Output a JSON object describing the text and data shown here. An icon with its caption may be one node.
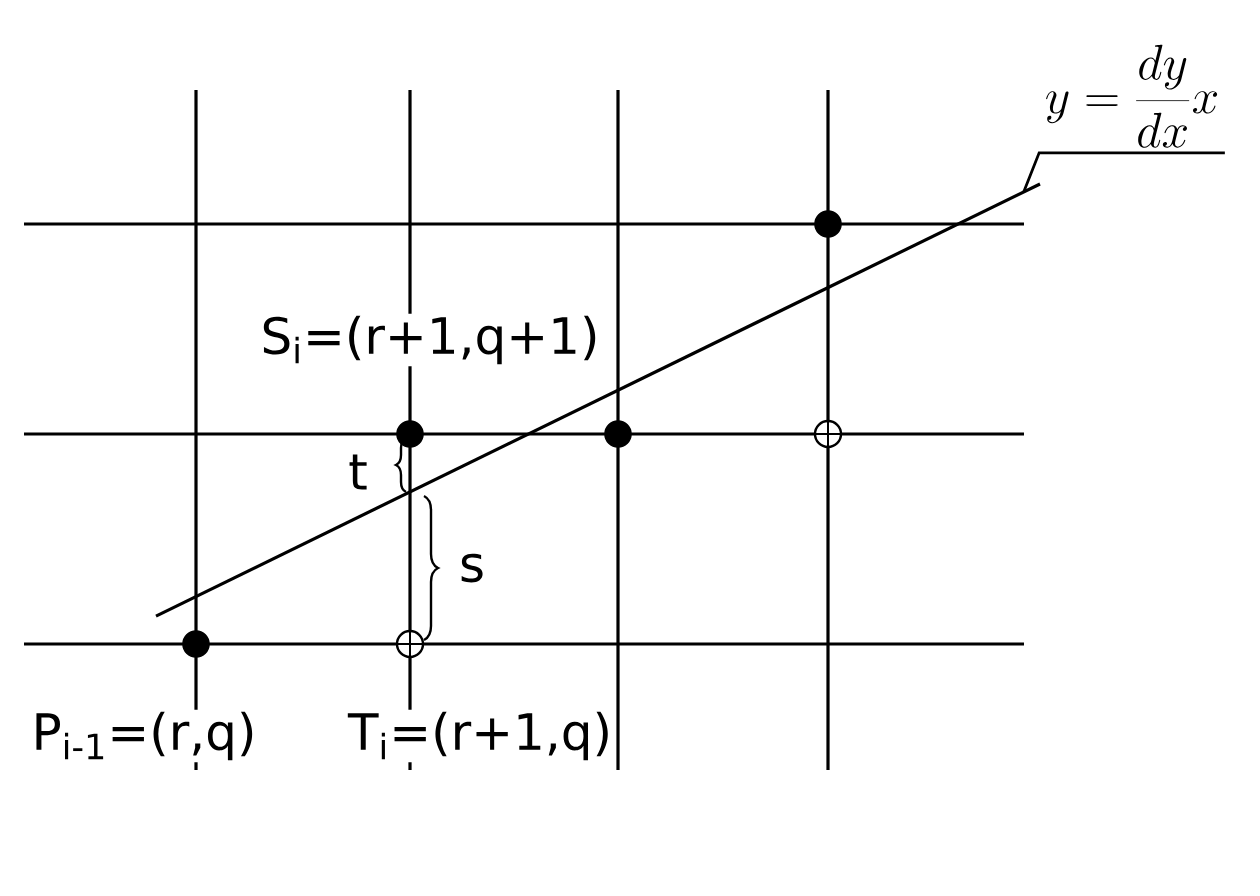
{
  "diagram": {
    "nodes": [
      {
        "text": [
          "y=\\frac{dy}{dx}x"
        ]
      },
      {
        "text": [],
        "shape": "dot"
      },
      {
        "text": [],
        "shape": "dot"
      },
      {
        "text": [],
        "shape": "dot"
      },
      {
        "text": [],
        "shape": "circle"
      },
      {
        "text": [],
        "shape": "dot",
        "beside": [
          "P$_{i-1}$=(r,q)"
        ]
      },
      {
        "text": [],
        "shape": "circle",
        "beside": [
          "T$_{i}$=(r+1,q)"
        ]
      },
      {
        "text": [],
        "shape": "line"
      }
    ],
    "edges": [
      {
        "from": 0,
        "to": 7,
        "arrow": "none"
      }
    ],
    "labels": [
      "S$_{i}$=(r+1,q+1)",
      "t",
      "s"
    ]
  }
}
